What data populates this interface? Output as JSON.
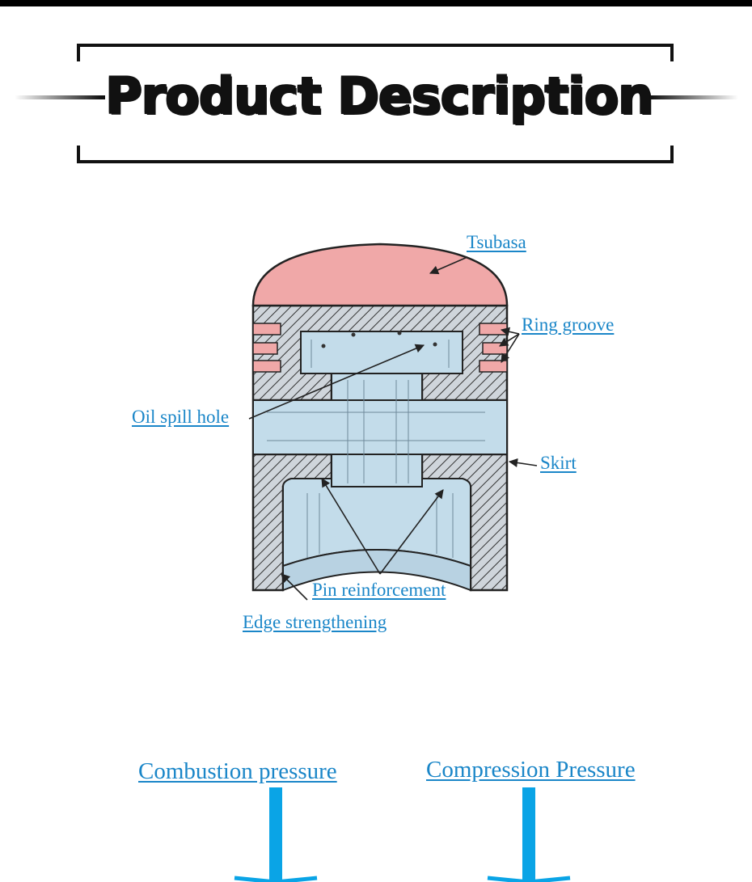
{
  "header": {
    "title": "Product Description"
  },
  "diagram": {
    "labels": {
      "tsubasa": "Tsubasa",
      "ring_groove": "Ring groove",
      "oil_spill_hole": "Oil spill hole",
      "skirt": "Skirt",
      "pin_reinforcement": "Pin reinforcement",
      "edge_strengthening": "Edge strengthening"
    },
    "colors": {
      "crown": "#f0a8a8",
      "body": "#cfd5db",
      "inner": "#c3dcea",
      "label": "#1a86c8",
      "line": "#222222"
    }
  },
  "pressure": {
    "combustion_label": "Combustion pressure",
    "compression_label": "Compression Pressure",
    "arrow_color": "#0aa4e6"
  }
}
